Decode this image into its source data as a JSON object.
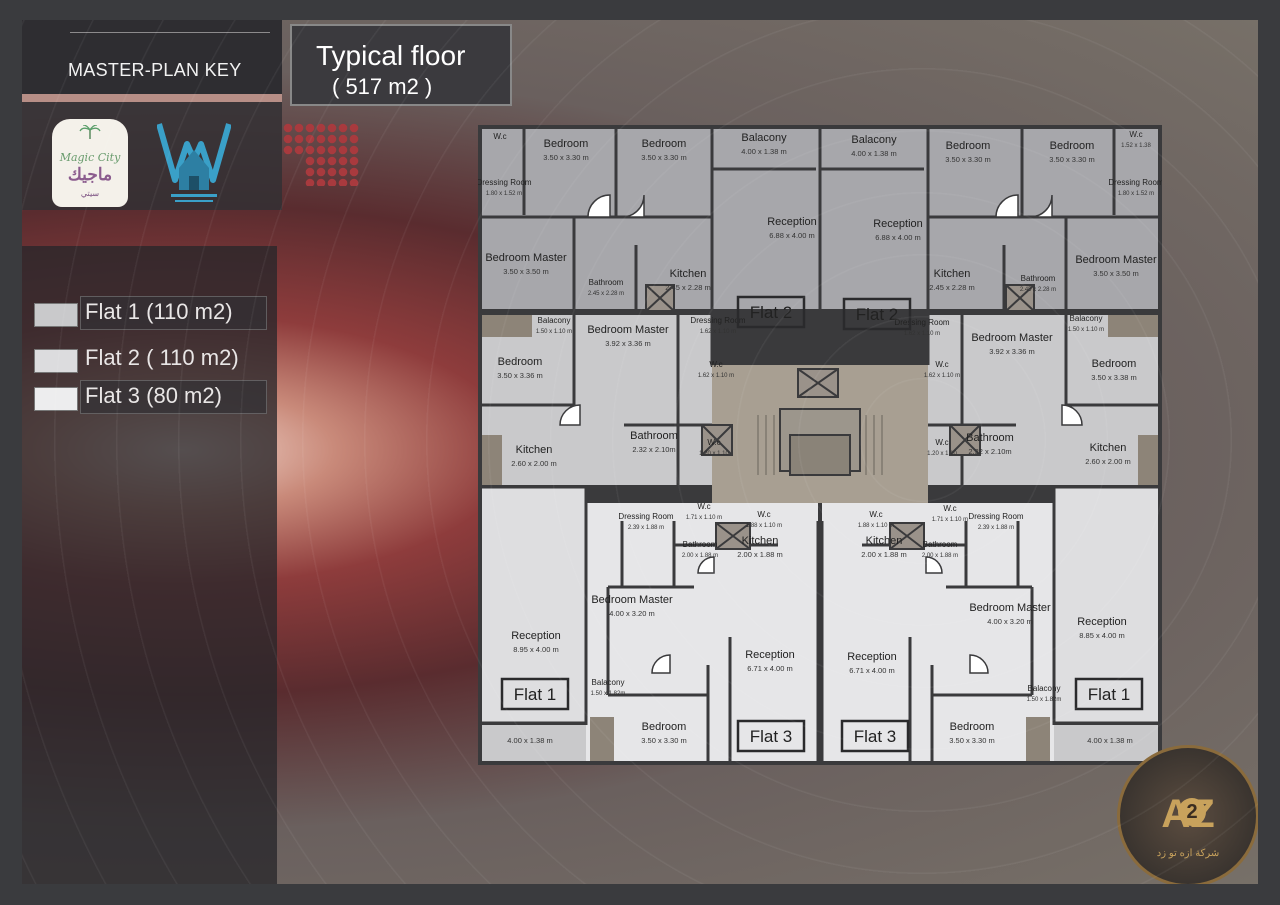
{
  "header": {
    "key_title": "MASTER-PLAN KEY",
    "plan_title": "Typical floor",
    "plan_area": "( 517 m2 )"
  },
  "logos": {
    "magic_city_en": "Magic City",
    "magic_city_ar": "ماجيك",
    "magic_city_sub": "سيتي"
  },
  "legend": [
    {
      "label": "Flat 1 (110 m2)",
      "swatch": "#c9c9cb"
    },
    {
      "label": "Flat 2 ( 110 m2)",
      "swatch": "#dcdcde"
    },
    {
      "label": "Flat 3 (80 m2)",
      "swatch": "#ededee"
    }
  ],
  "colors": {
    "flat2_fill": "#a7a7ab",
    "flat1_fill": "#c9c9cb",
    "flat3_fill": "#e6e6e8",
    "core_fill": "#a89f92",
    "wall": "#3a3a3c",
    "balcony_fill": "#8d8478"
  },
  "rooms": [
    {
      "name": "W.c",
      "dim": ""
    },
    {
      "name": "Bedroom",
      "dim": "3.50 x 3.30 m"
    },
    {
      "name": "Bedroom",
      "dim": "3.50 x 3.30 m"
    },
    {
      "name": "Balacony",
      "dim": "4.00 x 1.38 m"
    },
    {
      "name": "Balacony",
      "dim": "4.00 x 1.38 m"
    },
    {
      "name": "Bedroom",
      "dim": "3.50 x 3.30 m"
    },
    {
      "name": "Bedroom",
      "dim": "3.50 x 3.30 m"
    },
    {
      "name": "W.c",
      "dim": "1.52 x 1.38"
    },
    {
      "name": "Dressing Room",
      "dim": "1.80 x 1.52 m"
    },
    {
      "name": "Dressing Room",
      "dim": "1.80 x 1.52 m"
    },
    {
      "name": "Reception",
      "dim": "6.88 x 4.00 m"
    },
    {
      "name": "Reception",
      "dim": "6.88 x 4.00 m"
    },
    {
      "name": "Bedroom Master",
      "dim": "3.50 x 3.50 m"
    },
    {
      "name": "Bedroom Master",
      "dim": "3.50 x 3.50 m"
    },
    {
      "name": "Bathroom",
      "dim": "2.45 x 2.28 m"
    },
    {
      "name": "Kitchen",
      "dim": "2.45 x 2.28 m"
    },
    {
      "name": "Kitchen",
      "dim": "2.45 x 2.28 m"
    },
    {
      "name": "Bathroom",
      "dim": "2.45 x 2.28 m"
    },
    {
      "name": "Balacony",
      "dim": "1.50 x 1.10 m"
    },
    {
      "name": "Bedroom Master",
      "dim": "3.92 x 3.36 m"
    },
    {
      "name": "Dressing Room",
      "dim": "1.62 x 1.10 m"
    },
    {
      "name": "Dressing Room",
      "dim": "1.62 x 1.10 m"
    },
    {
      "name": "Bedroom Master",
      "dim": "3.92 x 3.36 m"
    },
    {
      "name": "Balacony",
      "dim": "1.50 x 1.10 m"
    },
    {
      "name": "Bedroom",
      "dim": "3.50 x 3.36 m"
    },
    {
      "name": "W.c",
      "dim": "1.62 x 1.10 m"
    },
    {
      "name": "W.c",
      "dim": "1.62 x 1.10 m"
    },
    {
      "name": "Bedroom",
      "dim": "3.50 x 3.38 m"
    },
    {
      "name": "Kitchen",
      "dim": "2.60 x 2.00 m"
    },
    {
      "name": "Bathroom",
      "dim": "2.32 x 2.10m"
    },
    {
      "name": "W.c",
      "dim": "1.20 x 1.10"
    },
    {
      "name": "W.c",
      "dim": "1.20 x 1.10"
    },
    {
      "name": "Bathroom",
      "dim": "2.32 x 2.10m"
    },
    {
      "name": "Kitchen",
      "dim": "2.60 x 2.00 m"
    },
    {
      "name": "Dressing Room",
      "dim": "2.39 x 1.88 m"
    },
    {
      "name": "W.c",
      "dim": "1.71 x 1.10 m"
    },
    {
      "name": "W.c",
      "dim": "1.88 x 1.10 m"
    },
    {
      "name": "W.c",
      "dim": "1.88 x 1.10 m"
    },
    {
      "name": "W.c",
      "dim": "1.71 x 1.10 m"
    },
    {
      "name": "Dressing Room",
      "dim": "2.39 x 1.88 m"
    },
    {
      "name": "Bathroom",
      "dim": "2.00 x 1.88 m"
    },
    {
      "name": "Kitchen",
      "dim": "2.00 x 1.88 m"
    },
    {
      "name": "Kitchen",
      "dim": "2.00 x 1.88 m"
    },
    {
      "name": "Bathroom",
      "dim": "2.00 x 1.88 m"
    },
    {
      "name": "Bedroom Master",
      "dim": "4.00 x 3.20 m"
    },
    {
      "name": "Bedroom Master",
      "dim": "4.00 x 3.20 m"
    },
    {
      "name": "Reception",
      "dim": "8.95 x 4.00 m"
    },
    {
      "name": "Reception",
      "dim": "6.71 x 4.00 m"
    },
    {
      "name": "Reception",
      "dim": "6.71 x 4.00 m"
    },
    {
      "name": "Reception",
      "dim": "8.85 x 4.00 m"
    },
    {
      "name": "Balacony",
      "dim": "1.50 x 1.82m"
    },
    {
      "name": "Balacony",
      "dim": "1.50 x 1.82m"
    },
    {
      "name": "Bedroom",
      "dim": "3.50 x 3.30 m"
    },
    {
      "name": "Bedroom",
      "dim": "3.50 x 3.30 m"
    },
    {
      "name": "",
      "dim": "4.00 x 1.38 m"
    },
    {
      "name": "",
      "dim": "4.00 x 1.38 m"
    }
  ],
  "flat_labels": [
    "Flat 2",
    "Flat 2",
    "Flat 1",
    "Flat 3",
    "Flat 3",
    "Flat 1"
  ],
  "badge": {
    "letters": "AZ",
    "number": "2",
    "text": "شركة ازه تو زد"
  }
}
